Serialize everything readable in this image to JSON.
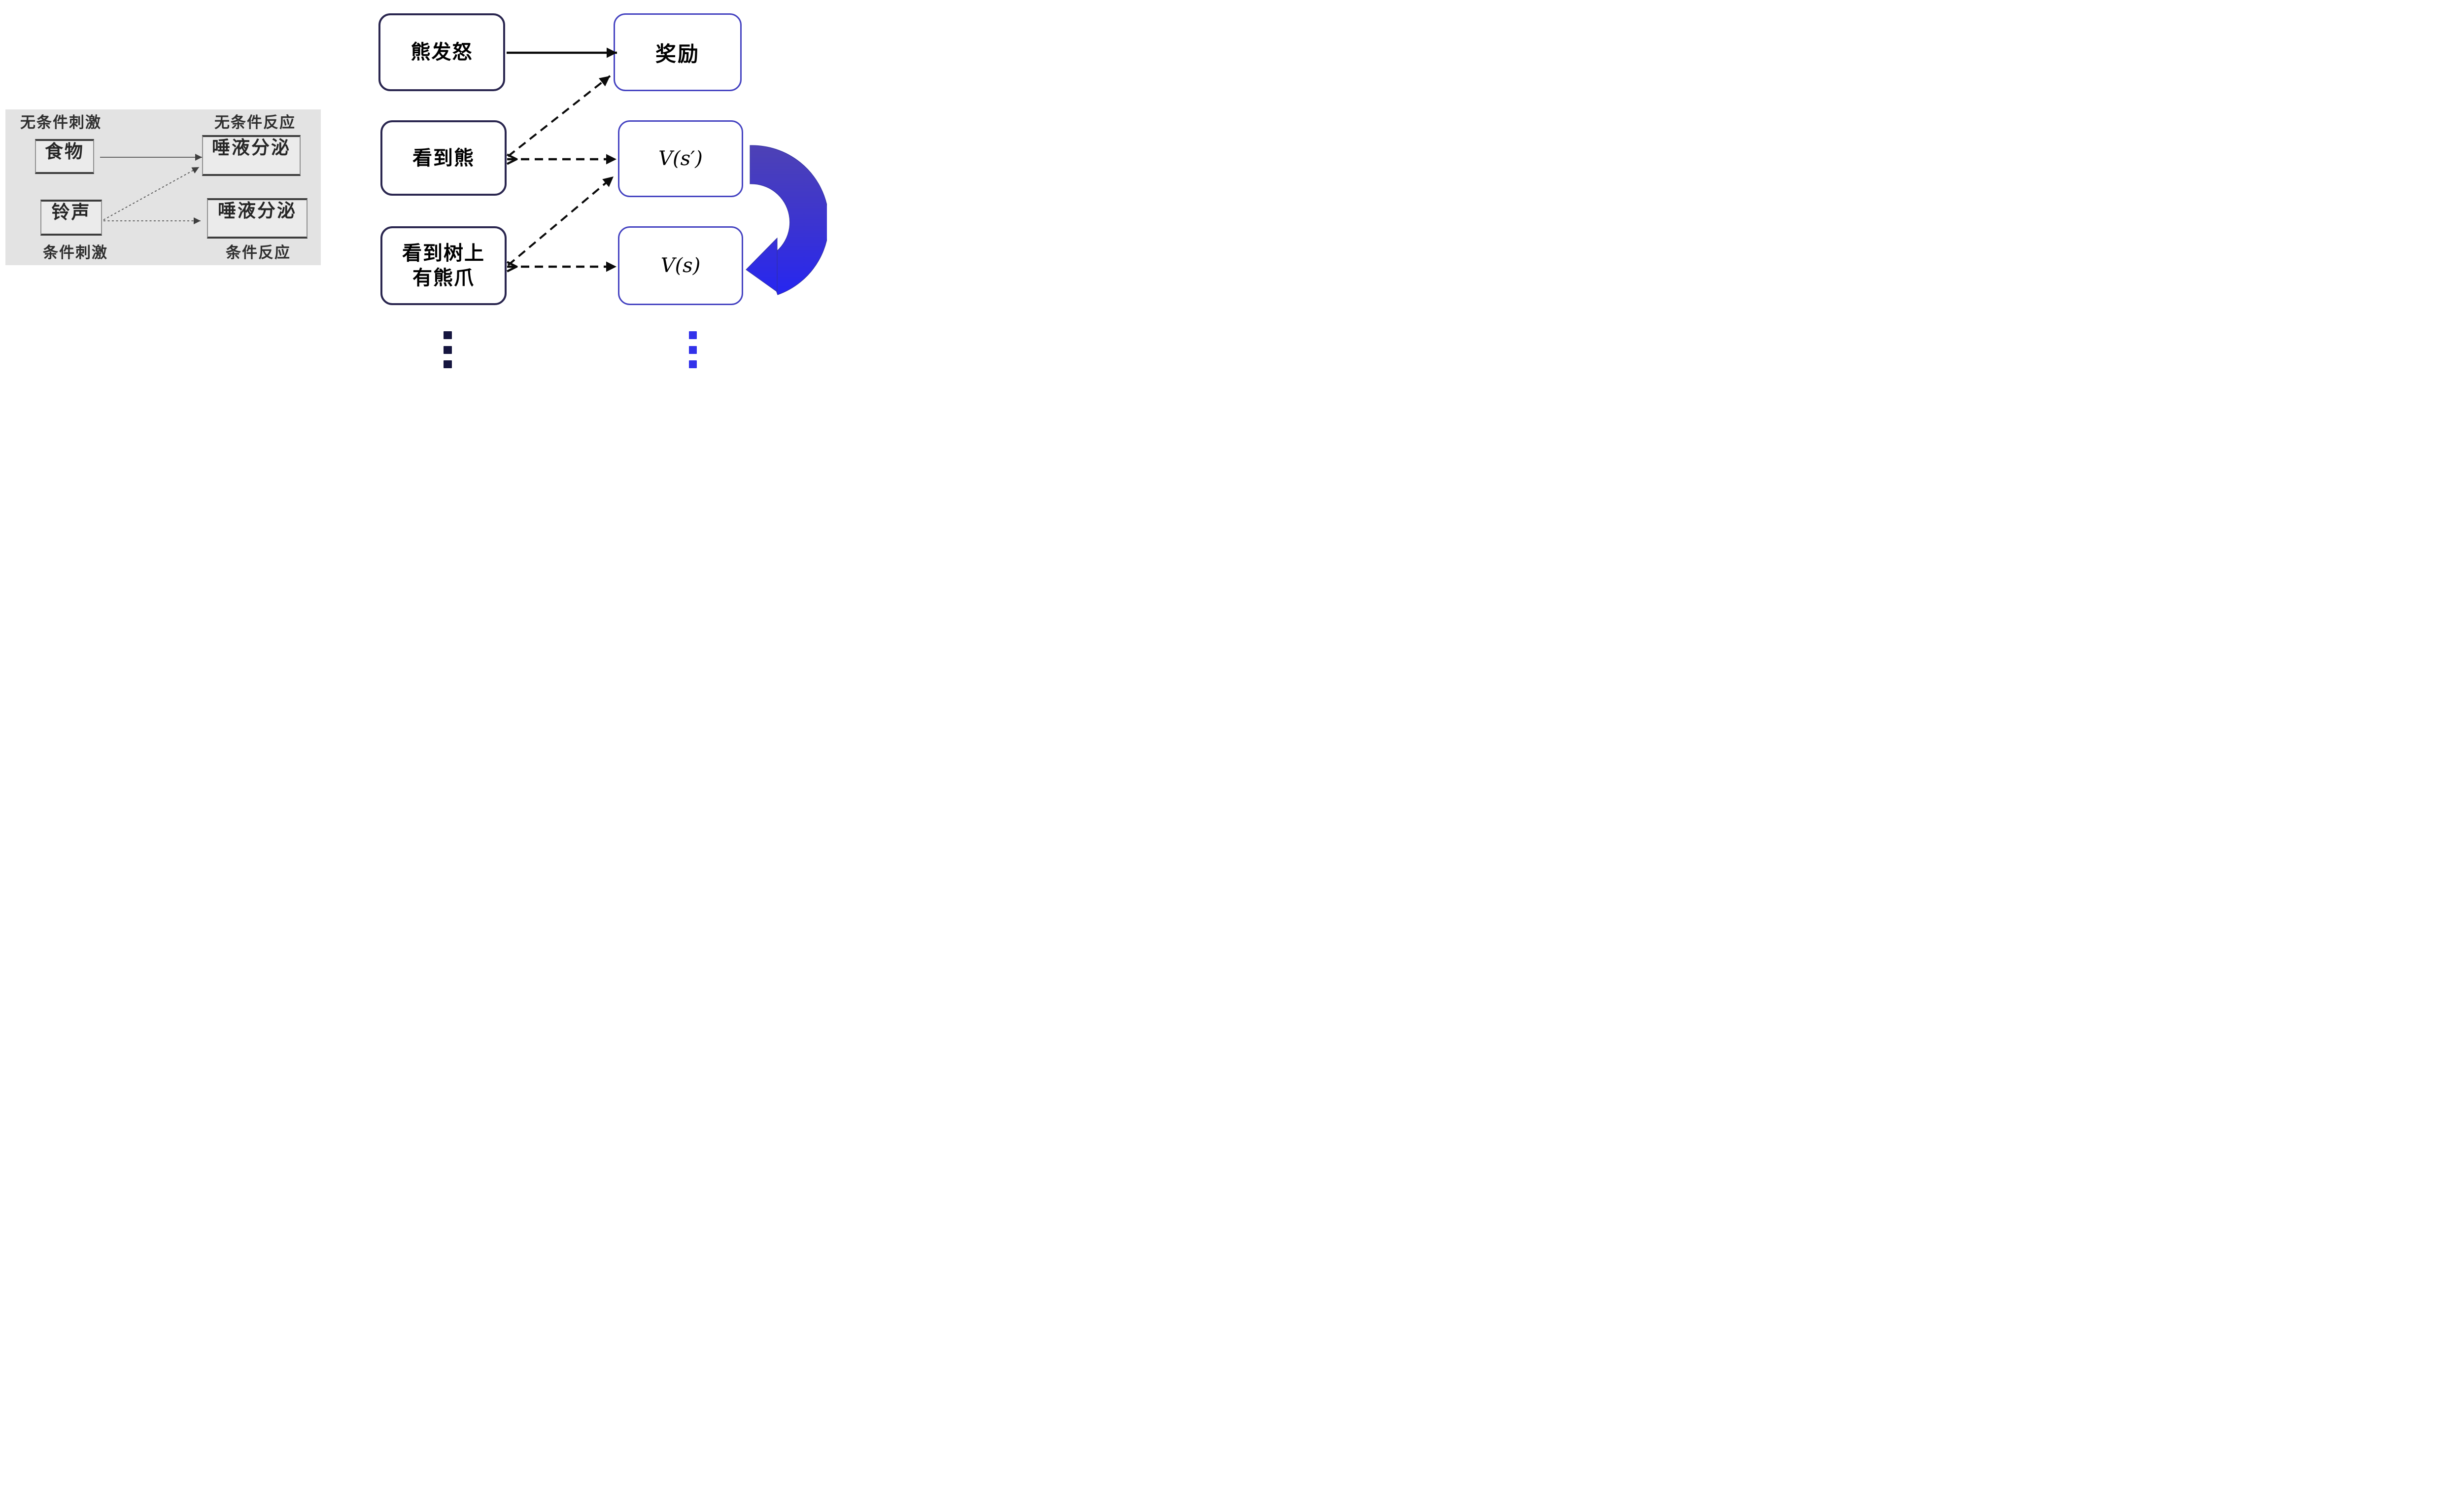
{
  "pavlov_panel": {
    "labels": {
      "unconditioned_stimulus": "无条件刺激",
      "unconditioned_response": "无条件反应",
      "conditioned_stimulus": "条件刺激",
      "conditioned_response": "条件反应"
    },
    "boxes": {
      "food": "食物",
      "salivation_top": "唾液分泌",
      "bell": "铃声",
      "salivation_bottom": "唾液分泌"
    }
  },
  "rl_diagram": {
    "row1": {
      "left": "熊发怒",
      "right": "奖励"
    },
    "row2": {
      "left": "看到熊",
      "right": "V(s′)"
    },
    "row3": {
      "left_line1": "看到树上",
      "left_line2": "有熊爪",
      "right": "V(s)"
    }
  },
  "icons": {
    "solid-arrow-icon": "→ solid black arrow",
    "dashed-arrow-icon": "⇢ dashed black arrow",
    "double-dashed-arrow-icon": "↔ dashed arrow with heads both ends",
    "loop-arrow-icon": "↻ blue curved update arrow",
    "ellipsis-dots-icon": "⋮ vertical ellipsis"
  },
  "colors": {
    "panel_bg": "#e3e3e3",
    "panel_box_fill": "#ebebeb",
    "panel_line": "#555555",
    "navy_border": "#2b2750",
    "blue_border": "#4543c1",
    "arrow_black": "#0b0b0b",
    "dots_left": "#15153f",
    "dots_right": "#3232ea",
    "loop_top": "#4e42b4",
    "loop_bottom": "#2525f2"
  }
}
